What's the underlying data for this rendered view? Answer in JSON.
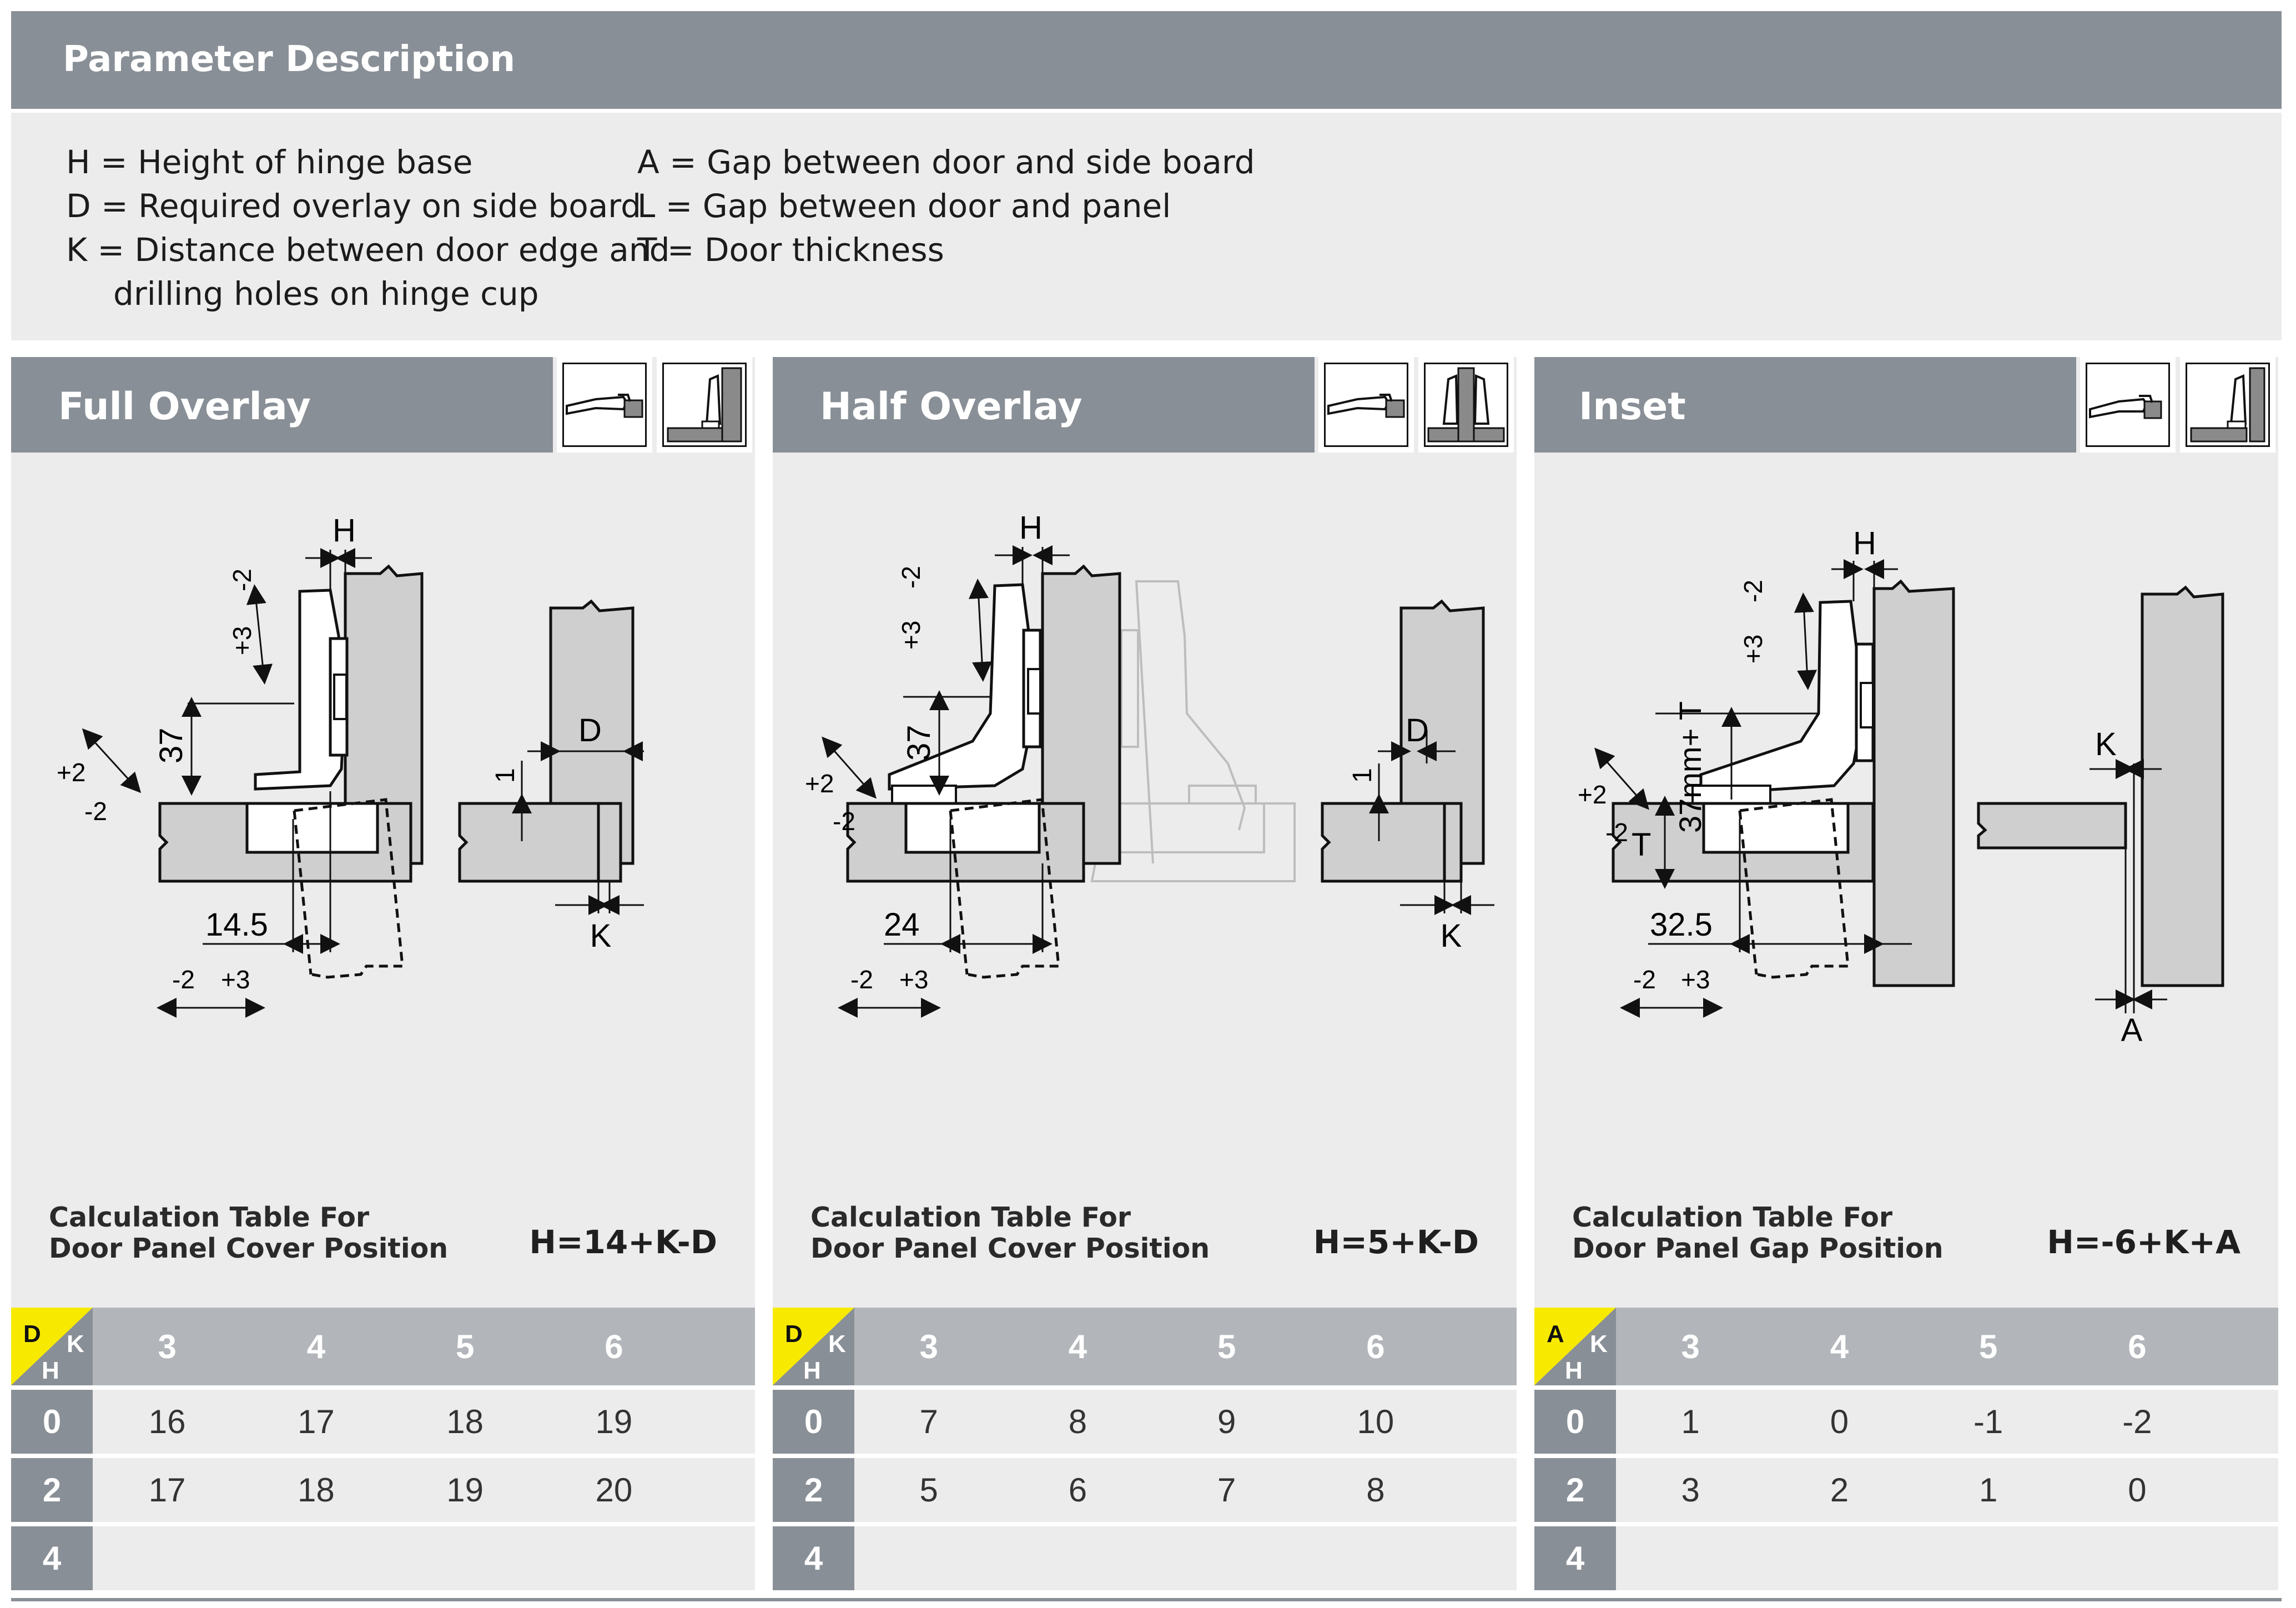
{
  "header": {
    "title": "Parameter Description"
  },
  "parameters": {
    "left": [
      "H = Height of hinge base",
      "D = Required overlay on side board",
      "K = Distance between door edge and",
      "drilling holes on hinge cup"
    ],
    "right": [
      "A = Gap between door and side board",
      "L = Gap between door and panel",
      "T = Door thickness"
    ]
  },
  "panels": [
    {
      "title": "Full Overlay",
      "caption_line1": "Calculation Table For",
      "caption_line2": "Door Panel Cover Position",
      "formula": "H=14+K-D",
      "corner_top": "D",
      "corner_right": "K",
      "corner_bottom": "H",
      "columns": [
        "3",
        "4",
        "5",
        "6"
      ],
      "rows": [
        {
          "h": "0",
          "values": [
            "16",
            "17",
            "18",
            "19"
          ]
        },
        {
          "h": "2",
          "values": [
            "17",
            "18",
            "19",
            "20"
          ]
        },
        {
          "h": "4",
          "values": [
            "",
            "",
            "",
            ""
          ]
        }
      ],
      "labels": {
        "h": "H",
        "p2": "+2",
        "m2": "-2",
        "p3": "+3",
        "m2b": "-2",
        "v37": "37",
        "dim": "14.5",
        "dm2": "-2",
        "dp3": "+3",
        "d": "D",
        "one": "1",
        "k": "K"
      }
    },
    {
      "title": "Half Overlay",
      "caption_line1": "Calculation Table For",
      "caption_line2": "Door Panel Cover Position",
      "formula": "H=5+K-D",
      "corner_top": "D",
      "corner_right": "K",
      "corner_bottom": "H",
      "columns": [
        "3",
        "4",
        "5",
        "6"
      ],
      "rows": [
        {
          "h": "0",
          "values": [
            "7",
            "8",
            "9",
            "10"
          ]
        },
        {
          "h": "2",
          "values": [
            "5",
            "6",
            "7",
            "8"
          ]
        },
        {
          "h": "4",
          "values": [
            "",
            "",
            "",
            ""
          ]
        }
      ],
      "labels": {
        "h": "H",
        "p2": "+2",
        "m2": "-2",
        "p3": "+3",
        "m2b": "-2",
        "v37": "37",
        "dim": "24",
        "dm2": "-2",
        "dp3": "+3",
        "d": "D",
        "one": "1",
        "k": "K"
      }
    },
    {
      "title": "Inset",
      "caption_line1": "Calculation Table For",
      "caption_line2": "Door Panel Gap Position",
      "formula": "H=-6+K+A",
      "corner_top": "A",
      "corner_right": "K",
      "corner_bottom": "H",
      "columns": [
        "3",
        "4",
        "5",
        "6"
      ],
      "rows": [
        {
          "h": "0",
          "values": [
            "1",
            "0",
            "-1",
            "-2"
          ]
        },
        {
          "h": "2",
          "values": [
            "3",
            "2",
            "1",
            "0"
          ]
        },
        {
          "h": "4",
          "values": [
            "",
            "",
            "",
            ""
          ]
        }
      ],
      "labels": {
        "h": "H",
        "p2": "+2",
        "m2": "-2",
        "p3": "+3",
        "m2b": "-2",
        "v37": "37mm+ T",
        "t": "T",
        "dim": "32.5",
        "dm2": "-2",
        "dp3": "+3",
        "k": "K",
        "a": "A"
      }
    }
  ],
  "colors": {
    "header_bg": "#898f96",
    "panel_bg": "#ececec",
    "table_head_bg": "#b2b6ba",
    "corner_yellow": "#f7ea00"
  }
}
